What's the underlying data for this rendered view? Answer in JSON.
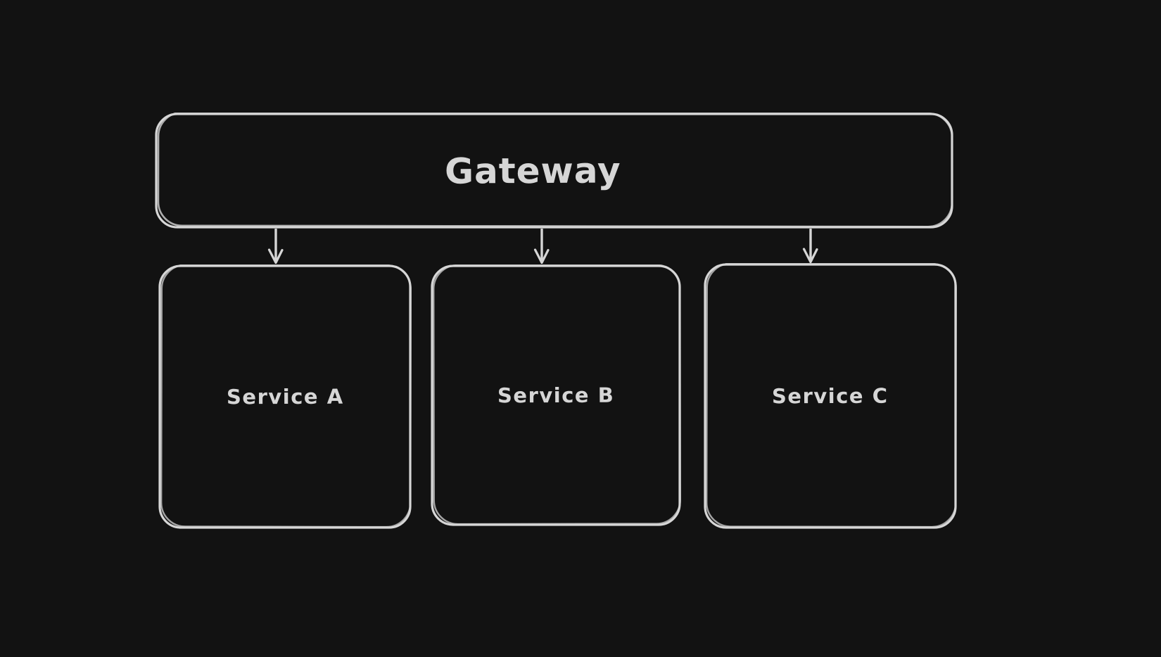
{
  "canvas": {
    "colors": {
      "background": "#121212",
      "stroke": "#d6d6d6",
      "text": "#d6d6d6"
    }
  },
  "diagram": {
    "nodes": [
      {
        "id": "gateway",
        "label": "Gateway",
        "shape": "rounded-rectangle"
      },
      {
        "id": "service-a",
        "label": "Service A",
        "shape": "rounded-rectangle"
      },
      {
        "id": "service-b",
        "label": "Service B",
        "shape": "rounded-rectangle"
      },
      {
        "id": "service-c",
        "label": "Service C",
        "shape": "rounded-rectangle"
      }
    ],
    "edges": [
      {
        "from": "gateway",
        "to": "service-a",
        "type": "arrow",
        "direction": "down"
      },
      {
        "from": "gateway",
        "to": "service-b",
        "type": "arrow",
        "direction": "down"
      },
      {
        "from": "gateway",
        "to": "service-c",
        "type": "arrow",
        "direction": "down"
      }
    ]
  }
}
